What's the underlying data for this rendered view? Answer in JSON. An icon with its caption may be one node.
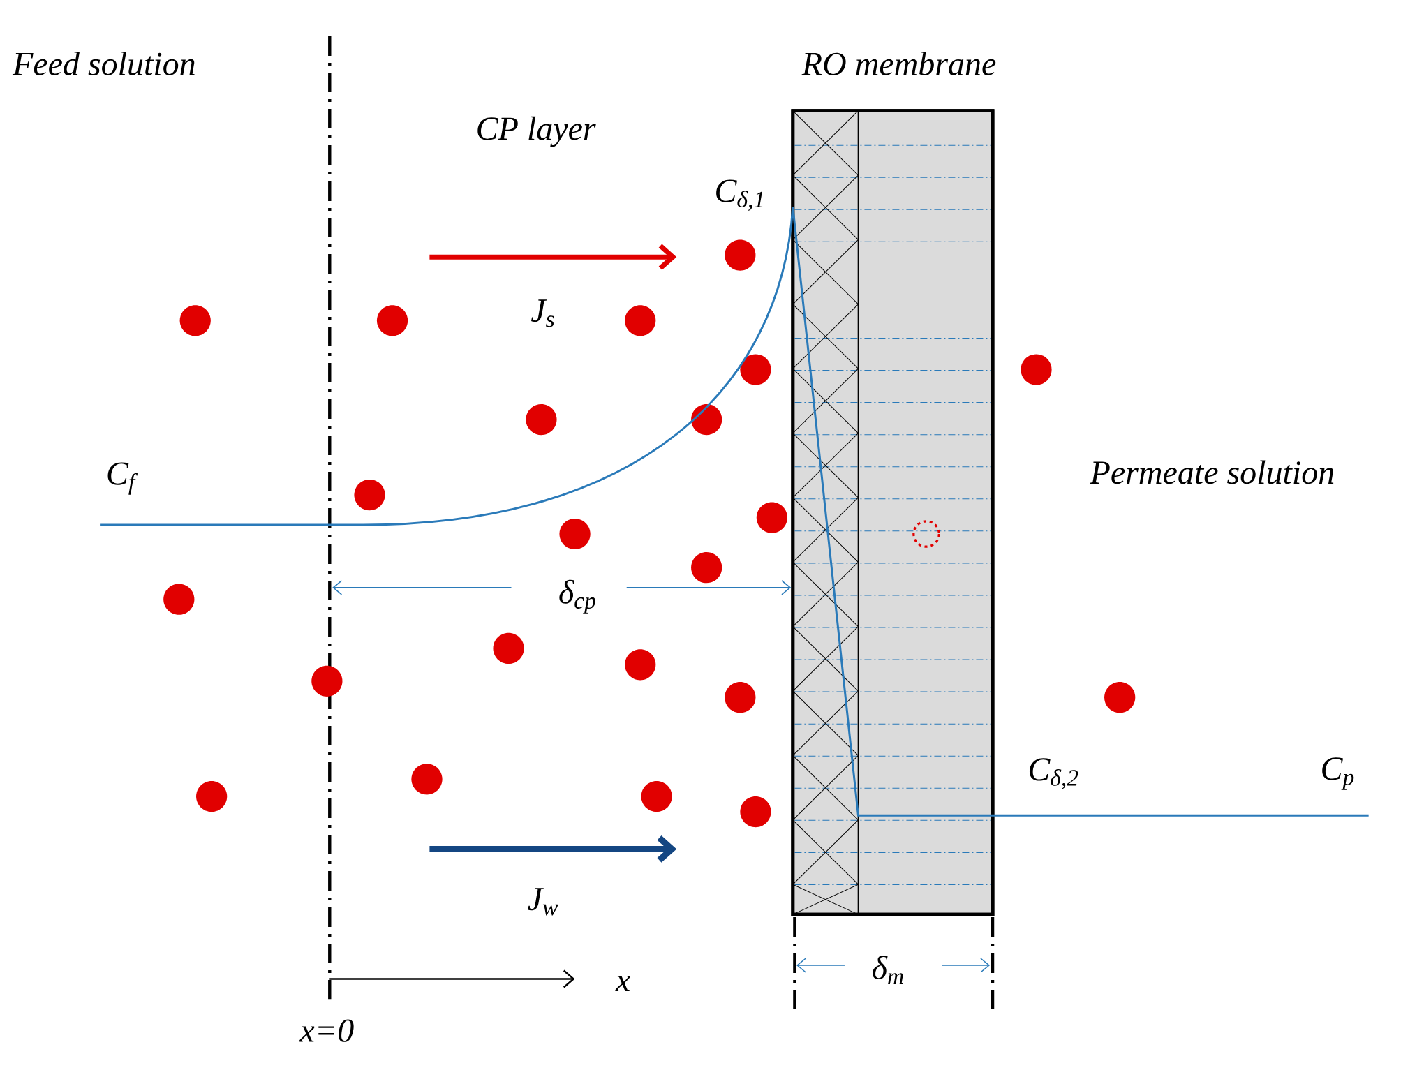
{
  "diagram": {
    "nodes": [
      {
        "text": [
          "RO membrane"
        ]
      }
    ],
    "labels": [
      "Feed solution",
      "CP layer",
      "C$_{δ,1}$",
      "J$_{s}$",
      "C$_{f}$",
      "Permeate solution",
      "δ$_{cp}$",
      "C$_{δ,2}$",
      "C$_{p}$",
      "J$_{w}$",
      "δ$_{m}$",
      "x",
      "x=0"
    ]
  }
}
